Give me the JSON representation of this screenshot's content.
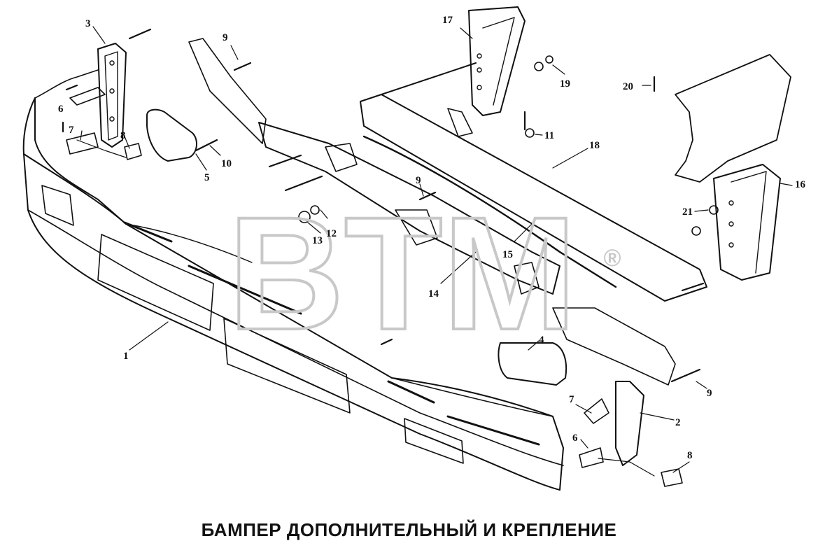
{
  "title": "БАМПЕР ДОПОЛНИТЕЛЬНЫЙ И КРЕПЛЕНИЕ",
  "watermark": {
    "text": "BTM",
    "registered": "®",
    "color": "#c8c8c8"
  },
  "callouts": [
    {
      "id": "c1",
      "label": "1"
    },
    {
      "id": "c2",
      "label": "2"
    },
    {
      "id": "c3",
      "label": "3"
    },
    {
      "id": "c4",
      "label": "4"
    },
    {
      "id": "c5",
      "label": "5"
    },
    {
      "id": "c6a",
      "label": "6"
    },
    {
      "id": "c6b",
      "label": "6"
    },
    {
      "id": "c7a",
      "label": "7"
    },
    {
      "id": "c7b",
      "label": "7"
    },
    {
      "id": "c8a",
      "label": "8"
    },
    {
      "id": "c8b",
      "label": "8"
    },
    {
      "id": "c9a",
      "label": "9"
    },
    {
      "id": "c9b",
      "label": "9"
    },
    {
      "id": "c9c",
      "label": "9"
    },
    {
      "id": "c10",
      "label": "10"
    },
    {
      "id": "c11",
      "label": "11"
    },
    {
      "id": "c12",
      "label": "12"
    },
    {
      "id": "c13",
      "label": "13"
    },
    {
      "id": "c14",
      "label": "14"
    },
    {
      "id": "c15",
      "label": "15"
    },
    {
      "id": "c16",
      "label": "16"
    },
    {
      "id": "c17",
      "label": "17"
    },
    {
      "id": "c18",
      "label": "18"
    },
    {
      "id": "c19",
      "label": "19"
    },
    {
      "id": "c20",
      "label": "20"
    },
    {
      "id": "c21",
      "label": "21"
    }
  ]
}
